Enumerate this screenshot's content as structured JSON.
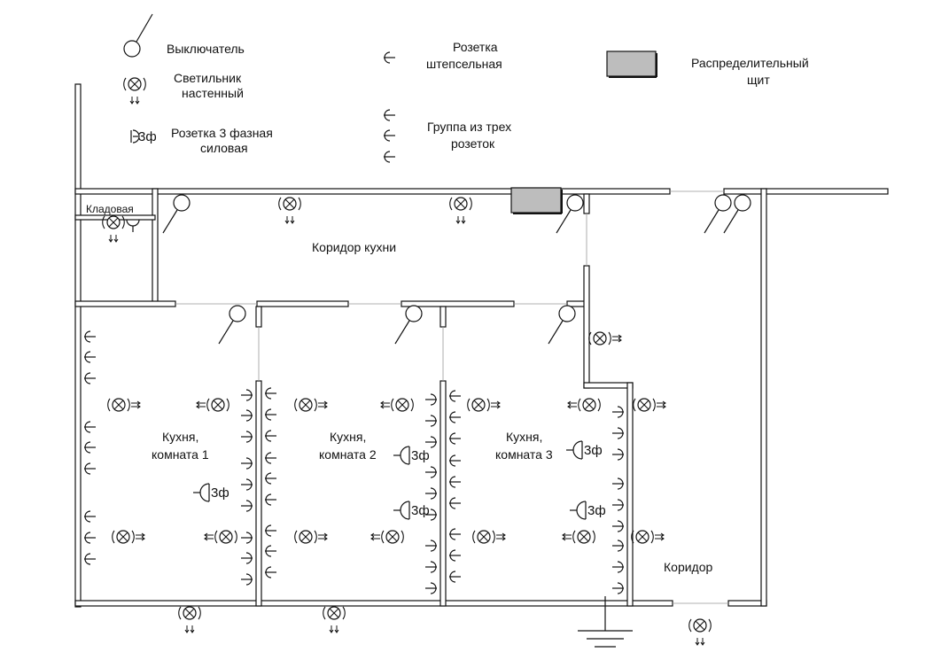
{
  "legend": {
    "switch": "Выключатель",
    "wall_lamp": [
      "Светильник",
      "настенный"
    ],
    "socket_3ph": [
      "Розетка 3 фазная",
      "силовая"
    ],
    "socket": [
      "Розетка",
      "штепсельная"
    ],
    "socket_group": [
      "Группа из трех",
      "розеток"
    ],
    "panel": [
      "Распределительный",
      "щит"
    ]
  },
  "rooms": {
    "storage": "Кладовая",
    "kitchen_corridor": "Коридор кухни",
    "kitchen1": [
      "Кухня,",
      "комната 1"
    ],
    "kitchen2": [
      "Кухня,",
      "комната 2"
    ],
    "kitchen3": [
      "Кухня,",
      "комната 3"
    ],
    "corridor": "Коридор"
  },
  "symbols": {
    "three_phase": "3ф",
    "lamp_mark": "⊗",
    "arrows": "⇉"
  }
}
